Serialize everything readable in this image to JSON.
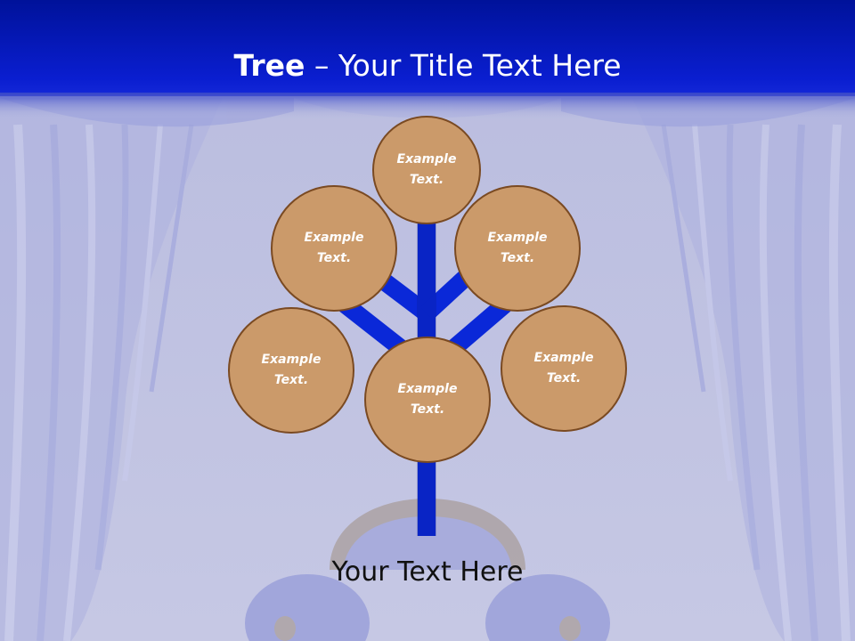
{
  "slide": {
    "title_bold": "Tree",
    "title_rest": " – Your Title Text Here",
    "caption": "Your Text Here"
  },
  "tree": {
    "nodes": [
      {
        "label": "Example Text."
      },
      {
        "label": "Example Text."
      },
      {
        "label": "Example Text."
      },
      {
        "label": "Example Text."
      },
      {
        "label": "Example Text."
      },
      {
        "label": "Example Text."
      }
    ]
  },
  "colors": {
    "header": "#0010b8",
    "background": "#b9bcdf",
    "trunk": "#0a28d8",
    "node_fill": "#cb9a6a",
    "node_border": "#7a4a22"
  }
}
